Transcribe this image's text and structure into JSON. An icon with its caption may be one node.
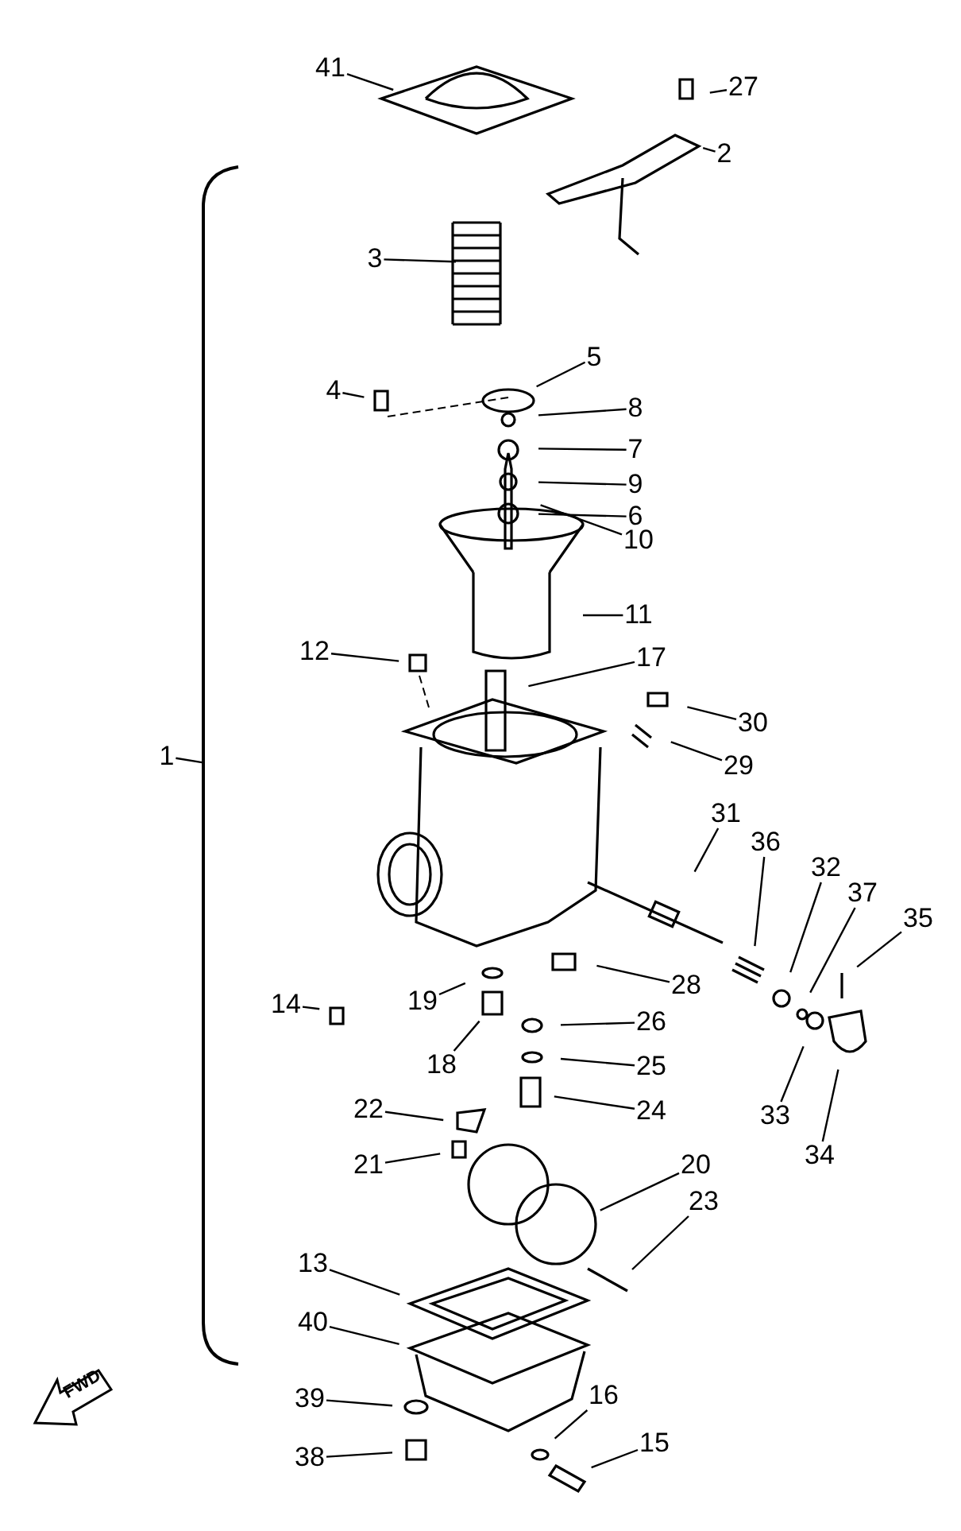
{
  "diagram": {
    "nodes": [
      {
        "text": [
          "41"
        ]
      },
      {
        "text": [
          "27"
        ]
      },
      {
        "text": [
          "2"
        ]
      },
      {
        "text": [
          "3"
        ]
      },
      {
        "text": [
          "5"
        ]
      },
      {
        "text": [
          "4"
        ]
      },
      {
        "text": [
          "8"
        ]
      },
      {
        "text": [
          "7"
        ]
      },
      {
        "text": [
          "9"
        ]
      },
      {
        "text": [
          "6"
        ]
      },
      {
        "text": [
          "10"
        ]
      },
      {
        "text": [
          "11"
        ]
      },
      {
        "text": [
          "12"
        ]
      },
      {
        "text": [
          "17"
        ]
      },
      {
        "text": [
          "30"
        ]
      },
      {
        "text": [
          "1"
        ]
      },
      {
        "text": [
          "29"
        ]
      },
      {
        "text": [
          "31"
        ]
      },
      {
        "text": [
          "36"
        ]
      },
      {
        "text": [
          "32"
        ]
      },
      {
        "text": [
          "37"
        ]
      },
      {
        "text": [
          "35"
        ]
      },
      {
        "text": [
          "28"
        ]
      },
      {
        "text": [
          "14"
        ]
      },
      {
        "text": [
          "19"
        ]
      },
      {
        "text": [
          "26"
        ]
      },
      {
        "text": [
          "18"
        ]
      },
      {
        "text": [
          "25"
        ]
      },
      {
        "text": [
          "33"
        ]
      },
      {
        "text": [
          "34"
        ]
      },
      {
        "text": [
          "22"
        ]
      },
      {
        "text": [
          "24"
        ]
      },
      {
        "text": [
          "21"
        ]
      },
      {
        "text": [
          "20"
        ]
      },
      {
        "text": [
          "23"
        ]
      },
      {
        "text": [
          "13"
        ]
      },
      {
        "text": [
          "40"
        ]
      },
      {
        "text": [
          "39"
        ]
      },
      {
        "text": [
          "16"
        ]
      },
      {
        "text": [
          "38"
        ]
      },
      {
        "text": [
          "15"
        ]
      },
      {
        "text": [],
        "shape": "bracket"
      }
    ],
    "edges": [
      {
        "from": 0,
        "to": null,
        "arrow": "none"
      },
      {
        "from": 1,
        "to": null,
        "arrow": "none"
      },
      {
        "from": 2,
        "to": null,
        "arrow": "none"
      },
      {
        "from": 3,
        "to": null,
        "arrow": "none"
      },
      {
        "from": 4,
        "to": null,
        "arrow": "none"
      },
      {
        "from": 5,
        "to": null,
        "arrow": "none"
      },
      {
        "from": 6,
        "to": null,
        "arrow": "none"
      },
      {
        "from": 7,
        "to": null,
        "arrow": "none"
      },
      {
        "from": 8,
        "to": null,
        "arrow": "none"
      },
      {
        "from": 9,
        "to": null,
        "arrow": "none"
      },
      {
        "from": 10,
        "to": null,
        "arrow": "none"
      },
      {
        "from": 11,
        "to": null,
        "arrow": "none"
      },
      {
        "from": 12,
        "to": null,
        "arrow": "none"
      },
      {
        "from": 13,
        "to": null,
        "arrow": "none"
      },
      {
        "from": 14,
        "to": null,
        "arrow": "none"
      },
      {
        "from": 15,
        "to": 41,
        "arrow": "none"
      },
      {
        "from": 16,
        "to": null,
        "arrow": "none"
      },
      {
        "from": 17,
        "to": null,
        "arrow": "none"
      },
      {
        "from": 18,
        "to": null,
        "arrow": "none"
      },
      {
        "from": 19,
        "to": null,
        "arrow": "none"
      },
      {
        "from": 20,
        "to": null,
        "arrow": "none"
      },
      {
        "from": 21,
        "to": null,
        "arrow": "none"
      },
      {
        "from": 22,
        "to": null,
        "arrow": "none"
      },
      {
        "from": 23,
        "to": null,
        "arrow": "none"
      },
      {
        "from": 24,
        "to": null,
        "arrow": "none"
      },
      {
        "from": 25,
        "to": null,
        "arrow": "none"
      },
      {
        "from": 26,
        "to": null,
        "arrow": "none"
      },
      {
        "from": 27,
        "to": null,
        "arrow": "none"
      },
      {
        "from": 28,
        "to": null,
        "arrow": "none"
      },
      {
        "from": 29,
        "to": null,
        "arrow": "none"
      },
      {
        "from": 30,
        "to": null,
        "arrow": "none"
      },
      {
        "from": 31,
        "to": null,
        "arrow": "none"
      },
      {
        "from": 32,
        "to": null,
        "arrow": "none"
      },
      {
        "from": 33,
        "to": null,
        "arrow": "none"
      },
      {
        "from": 34,
        "to": null,
        "arrow": "none"
      },
      {
        "from": 35,
        "to": null,
        "arrow": "none"
      },
      {
        "from": 36,
        "to": null,
        "arrow": "none"
      },
      {
        "from": 37,
        "to": null,
        "arrow": "none"
      },
      {
        "from": 38,
        "to": null,
        "arrow": "none"
      },
      {
        "from": 39,
        "to": null,
        "arrow": "none"
      },
      {
        "from": 40,
        "to": null,
        "arrow": "none"
      }
    ],
    "labels": [
      "FWD"
    ]
  }
}
